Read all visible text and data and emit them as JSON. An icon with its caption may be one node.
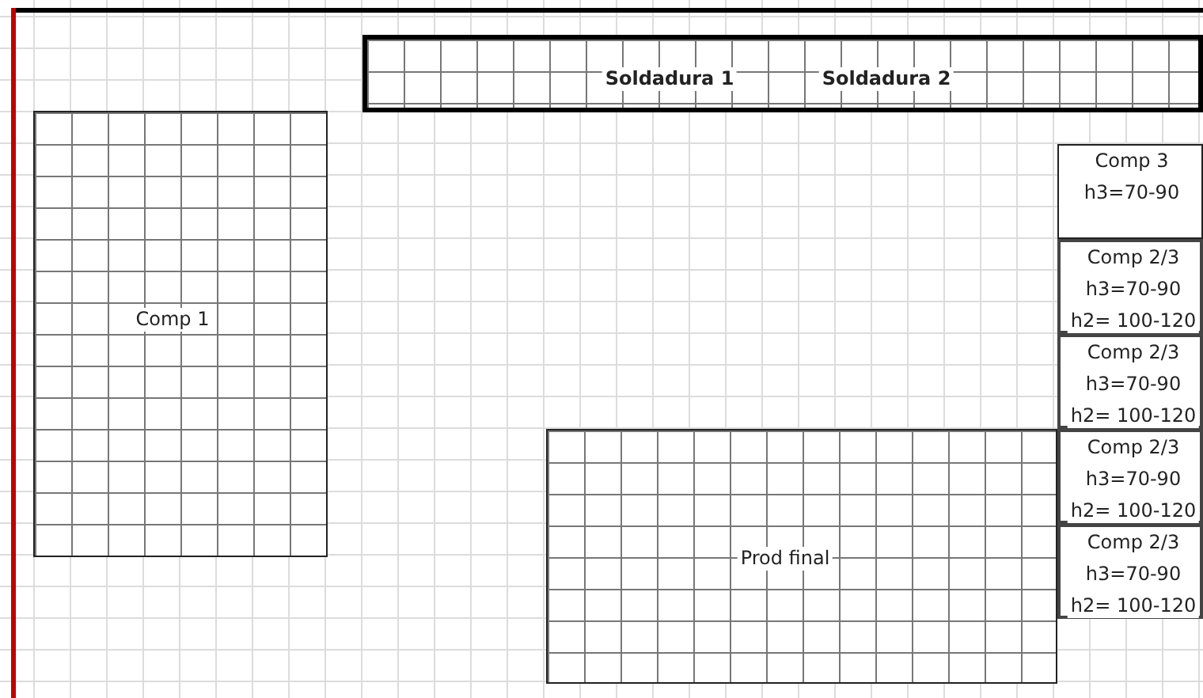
{
  "diagram": {
    "nodes": [
      {
        "text": [
          "Soldadura 1",
          "Soldadura 2"
        ]
      },
      {
        "text": [
          "Comp 1"
        ]
      },
      {
        "text": [
          "Comp 3",
          "h3=70-90"
        ]
      },
      {
        "text": [
          "Comp 2/3",
          "h3=70-90",
          "h2= 100-120"
        ]
      },
      {
        "text": [
          "Comp 2/3",
          "h3=70-90",
          "h2= 100-120"
        ]
      },
      {
        "text": [
          "Comp 2/3",
          "h3=70-90",
          "h2= 100-120"
        ]
      },
      {
        "text": [
          "Comp 2/3",
          "h3=70-90",
          "h2= 100-120"
        ]
      },
      {
        "text": [
          "Prod final"
        ]
      }
    ]
  }
}
